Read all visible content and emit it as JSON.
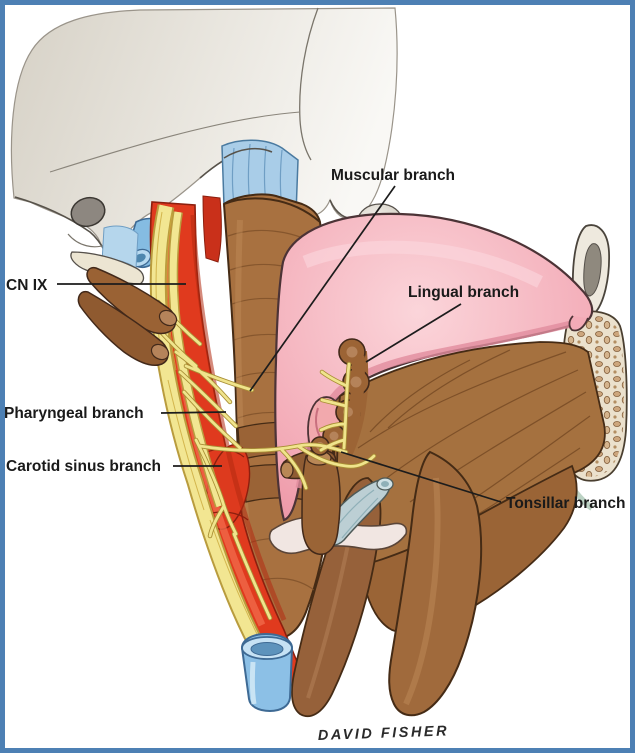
{
  "labels": {
    "cn_ix": "CN IX",
    "muscular": "Muscular branch",
    "lingual": "Lingual branch",
    "pharyngeal": "Pharyngeal branch",
    "carotid_sinus": "Carotid sinus branch",
    "tonsillar": "Tonsillar branch"
  },
  "signature": "DAVID FISHER",
  "colors": {
    "border": "#4d80b4",
    "background": "#ffffff",
    "label_text": "#1a1a1a",
    "artery": "#e03a1e",
    "artery_dark": "#8c1f0e",
    "nerve": "#f2e692",
    "nerve_edge": "#b99c3e",
    "muscle": "#a5713f",
    "muscle_outline": "#452b15",
    "tongue": "#f3abb7",
    "bone": "#e2ddd3",
    "vein": "#8cc0e6",
    "cartilage": "#bccfd4",
    "hyoid": "#f1e6e2"
  }
}
